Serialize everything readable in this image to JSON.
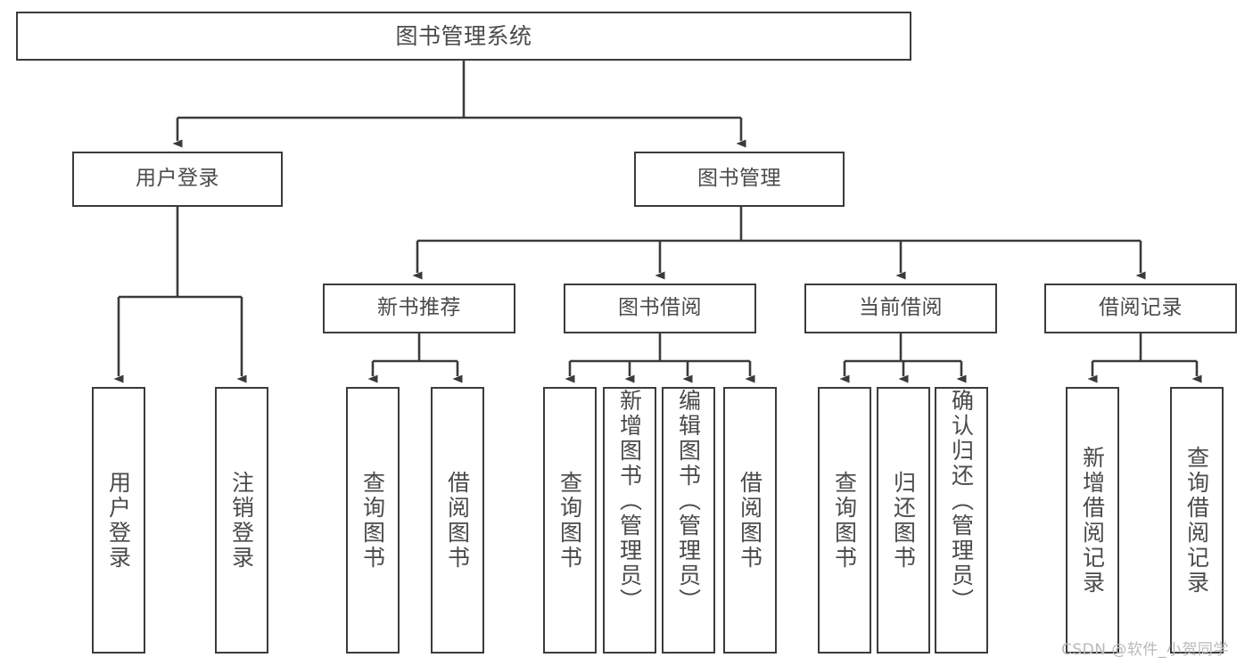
{
  "diagram": {
    "title": "图书管理系统",
    "type": "tree-hierarchy-diagram",
    "colors": {
      "stroke": "#3b3b3b",
      "text": "#4a4a4a",
      "background": "#ffffff",
      "watermark": "#b9b9b9"
    },
    "nodes": {
      "root": {
        "label": "图书管理系统"
      },
      "level2": [
        {
          "label": "用户登录"
        },
        {
          "label": "图书管理"
        }
      ],
      "level3": [
        {
          "label": "新书推荐"
        },
        {
          "label": "图书借阅"
        },
        {
          "label": "当前借阅"
        },
        {
          "label": "借阅记录"
        }
      ],
      "leaves": {
        "user_login": [
          {
            "label": "用户登录"
          },
          {
            "label": "注销登录"
          }
        ],
        "new_book_recommend": [
          {
            "label": "查询图书"
          },
          {
            "label": "借阅图书"
          }
        ],
        "book_borrow": [
          {
            "label": "查询图书"
          },
          {
            "label": "新增图书（管理员）"
          },
          {
            "label": "编辑图书（管理员）"
          },
          {
            "label": "借阅图书"
          }
        ],
        "current_borrow": [
          {
            "label": "查询图书"
          },
          {
            "label": "归还图书"
          },
          {
            "label": "确认归还（管理员）"
          }
        ],
        "borrow_record": [
          {
            "label": "新增借阅记录"
          },
          {
            "label": "查询借阅记录"
          }
        ]
      }
    },
    "watermark": "CSDN @软件_小贺同学"
  }
}
